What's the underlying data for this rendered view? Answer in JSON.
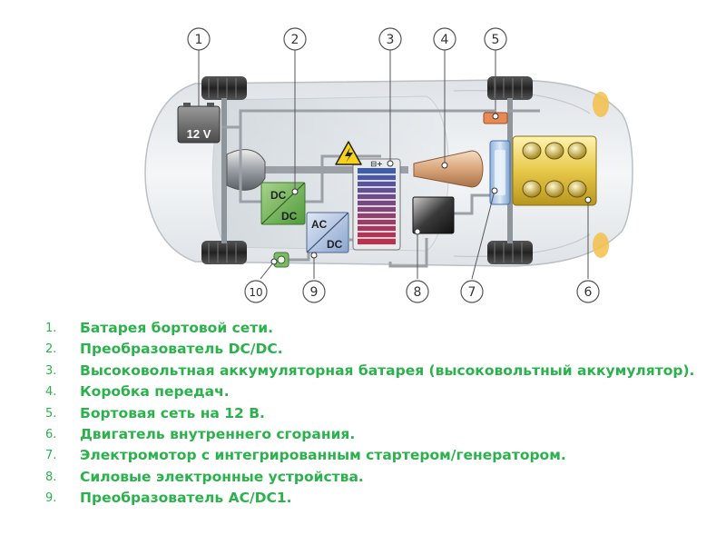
{
  "callouts": [
    "1",
    "2",
    "3",
    "4",
    "5",
    "6",
    "7",
    "8",
    "9",
    "10"
  ],
  "battery_label": "12 V",
  "dcdc": {
    "top": "DC",
    "bottom": "DC"
  },
  "acdc": {
    "top": "AC",
    "bottom": "DC"
  },
  "hv_label": "⊟+",
  "legend": [
    {
      "num": "1.",
      "text": "Батарея бортовой сети."
    },
    {
      "num": "2.",
      "text": "Преобразователь DC/DC."
    },
    {
      "num": "3.",
      "text": "Высоковольтная аккумуляторная батарея (высоковольтный аккумулятор)."
    },
    {
      "num": "4.",
      "text": "Коробка передач."
    },
    {
      "num": "5.",
      "text": "Бортовая сеть на 12 В."
    },
    {
      "num": "6.",
      "text": "Двигатель внутреннего сгорания."
    },
    {
      "num": "7.",
      "text": "Электромотор с интегрированным стартером/генератором."
    },
    {
      "num": "8.",
      "text": "Силовые электронные устройства."
    },
    {
      "num": "9.",
      "text": "Преобразователь AC/DC1."
    }
  ],
  "colors": {
    "legend_text": "#2bb24c",
    "car_body": "#e9ecef",
    "wire": "#9aa0a6"
  }
}
